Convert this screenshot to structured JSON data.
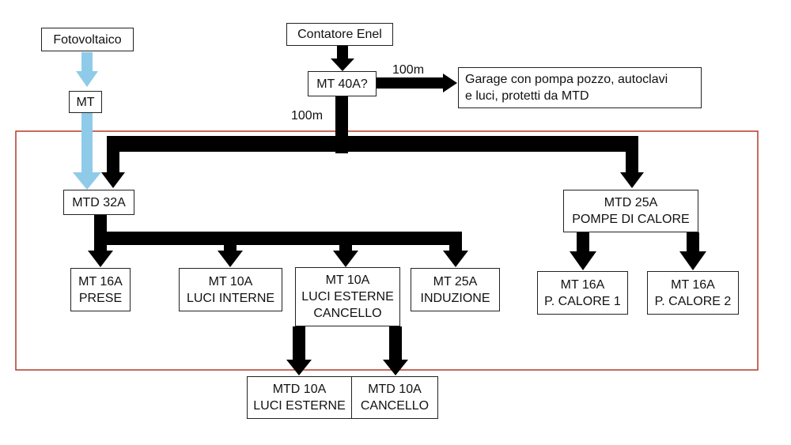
{
  "colors": {
    "feed": "#000000",
    "solar_feed": "#8fcbe8",
    "zone_border": "#b33a2a"
  },
  "nodes": {
    "fotovoltaico": "Fotovoltaico",
    "mt_pv": "MT",
    "contatore": "Contatore Enel",
    "mt_main": "MT 40A?",
    "garage": [
      "Garage con pompa pozzo, autoclavi",
      "e luci, protetti da MTD"
    ],
    "mtd32": "MTD 32A",
    "mt16_prese": [
      "MT 16A",
      "PRESE"
    ],
    "mt10_interne": [
      "MT 10A",
      "LUCI INTERNE"
    ],
    "mt10_esterne_cancello": [
      "MT 10A",
      "LUCI ESTERNE",
      "CANCELLO"
    ],
    "mt25_induzione": [
      "MT 25A",
      "INDUZIONE"
    ],
    "mtd25": [
      "MTD 25A",
      "POMPE DI CALORE"
    ],
    "mt16_pc1": [
      "MT 16A",
      "P. CALORE 1"
    ],
    "mt16_pc2": [
      "MT 16A",
      "P. CALORE 2"
    ],
    "mtd10_esterne": [
      "MTD 10A",
      "LUCI ESTERNE"
    ],
    "mtd10_cancello": [
      "MTD 10A",
      "CANCELLO"
    ]
  },
  "distances": {
    "to_garage": "100m",
    "to_house": "100m"
  }
}
